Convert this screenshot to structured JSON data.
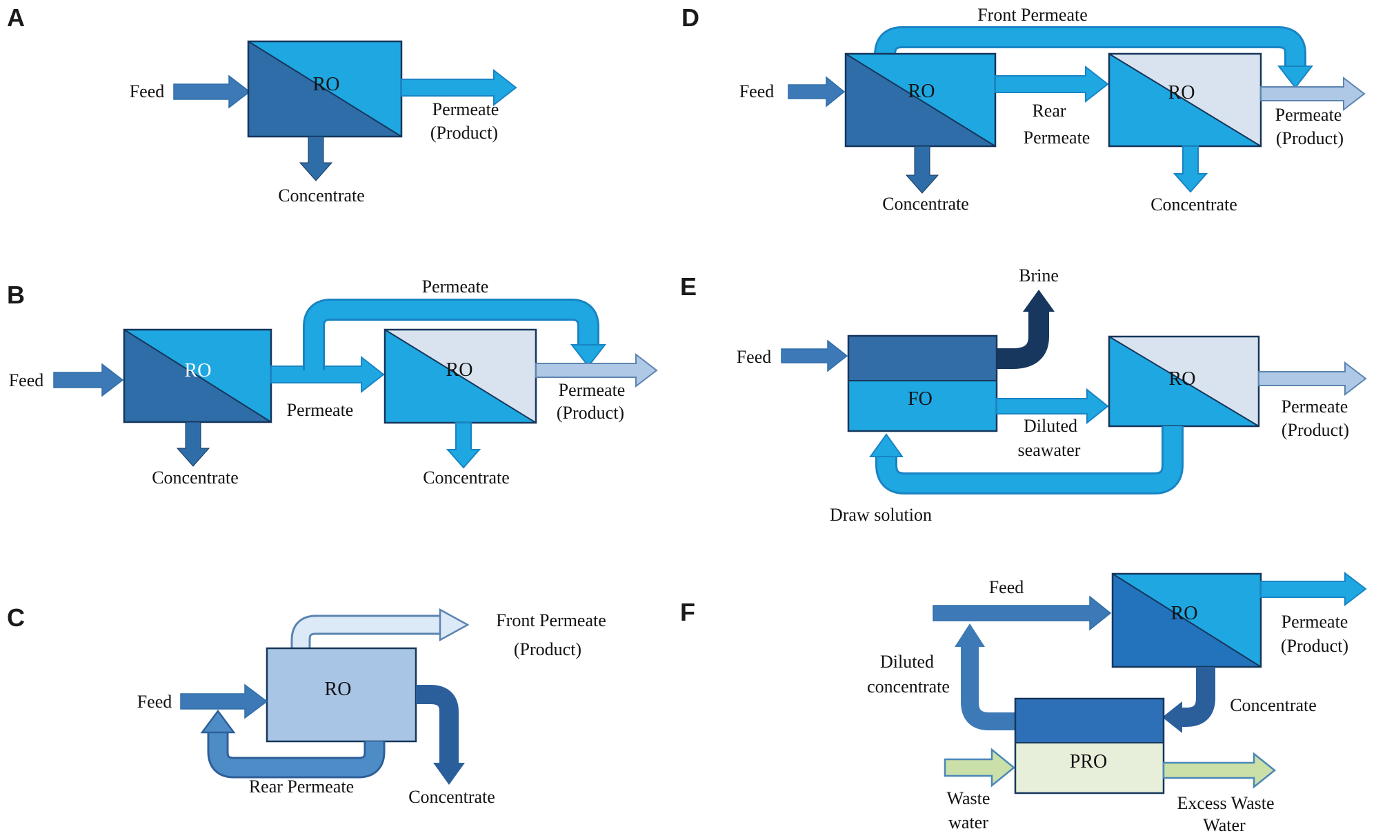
{
  "figure": {
    "type": "process-flow-diagram",
    "description": "Six desalination membrane process configurations labelled A-F"
  },
  "palette": {
    "background": "#ffffff",
    "steel_blue": "#3D79B7",
    "steel_dark": "#2E6DA8",
    "cyan": "#1FA7E2",
    "cyan_edge": "#1884C4",
    "pale_triangle": "#D9E3EF",
    "pale_arrow": "#AFC8E6",
    "pale_arrow_edge": "#5B84B0",
    "front_pale": "#DCE9F7",
    "rear_blue": "#4E8CC8",
    "rear_edge": "#2E5F98",
    "navy": "#17375E",
    "conc_dark": "#2B5F9C",
    "box_light_blue": "#A9C5E5",
    "f_lower_blue": "#2272BC",
    "fo_top_blue": "#336DA8",
    "pro_top_blue": "#2E70B8",
    "pro_green": "#E7EFDA",
    "waste_green": "#CBDFA8",
    "waste_edge": "#4B88B8",
    "border": "#15365B"
  },
  "panels": {
    "A": {
      "letter": "A",
      "feed": "Feed",
      "unit": "RO",
      "out1": "Permeate",
      "out2": "(Product)",
      "concentrate": "Concentrate"
    },
    "B": {
      "letter": "B",
      "feed": "Feed",
      "unit1": "RO",
      "unit2": "RO",
      "permeate_top": "Permeate",
      "permeate_mid": "Permeate",
      "out1": "Permeate",
      "out2": "(Product)",
      "concentrate1": "Concentrate",
      "concentrate2": "Concentrate"
    },
    "C": {
      "letter": "C",
      "feed": "Feed",
      "unit": "RO",
      "front1": "Front Permeate",
      "front2": "(Product)",
      "rear": "Rear Permeate",
      "concentrate": "Concentrate"
    },
    "D": {
      "letter": "D",
      "front": "Front Permeate",
      "feed": "Feed",
      "unit1": "RO",
      "unit2": "RO",
      "rear1": "Rear",
      "rear2": "Permeate",
      "out1": "Permeate",
      "out2": "(Product)",
      "concentrate1": "Concentrate",
      "concentrate2": "Concentrate"
    },
    "E": {
      "letter": "E",
      "feed": "Feed",
      "unit1": "FO",
      "unit2": "RO",
      "brine": "Brine",
      "diluted1": "Diluted",
      "diluted2": "seawater",
      "out1": "Permeate",
      "out2": "(Product)",
      "draw": "Draw solution"
    },
    "F": {
      "letter": "F",
      "feed": "Feed",
      "unit1": "RO",
      "unit2": "PRO",
      "out1": "Permeate",
      "out2": "(Product)",
      "concentrate": "Concentrate",
      "diluted1": "Diluted",
      "diluted2": "concentrate",
      "waste1": "Waste",
      "waste2": "water",
      "excess1": "Excess Waste",
      "excess2": "Water"
    }
  }
}
